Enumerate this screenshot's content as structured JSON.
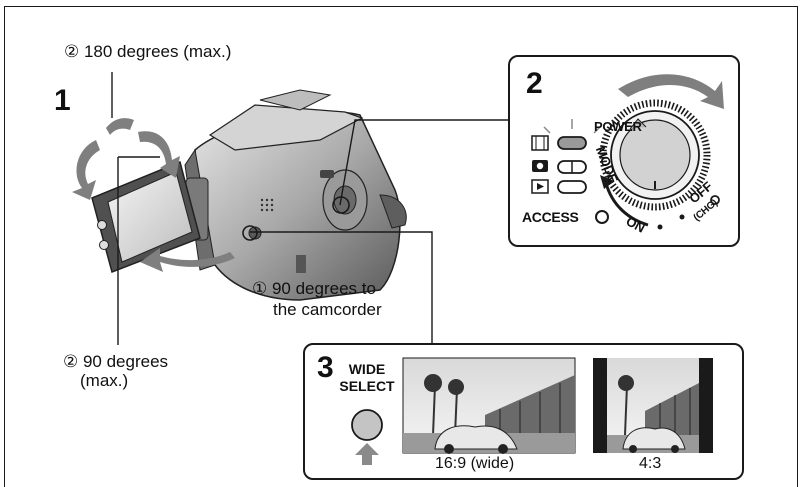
{
  "callouts": {
    "top_angle": "② 180 degrees (max.)",
    "side_angle_line1": "② 90 degrees",
    "side_angle_line2": "(max.)",
    "open_angle_line1": "① 90 degrees to",
    "open_angle_line2": "the camcorder"
  },
  "steps": {
    "one": "1",
    "two": "2",
    "three": "3"
  },
  "panel2": {
    "power_label": "POWER",
    "mode_label": "MODE",
    "access_label": "ACCESS",
    "on_label": "ON",
    "off_label": "OFF",
    "chg_label": "(CHG)"
  },
  "panel3": {
    "button_line1": "WIDE",
    "button_line2": "SELECT",
    "wide_caption": "16:9 (wide)",
    "normal_caption": "4:3"
  },
  "colors": {
    "arrow_gray": "#7f7f7f",
    "line": "#1a1a1a",
    "body_gray": "#8a8a8a"
  }
}
